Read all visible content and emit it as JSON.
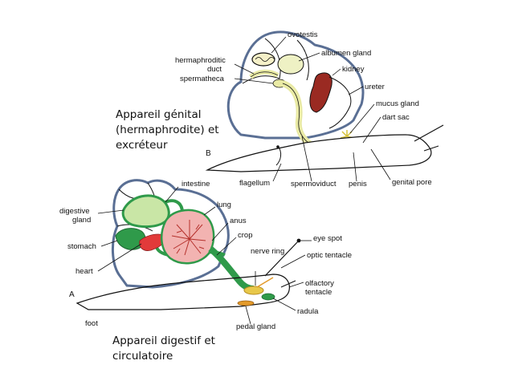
{
  "diagram_b": {
    "letter": "B",
    "caption": [
      "Appareil génital",
      "(hermaphrodite) et",
      "excréteur"
    ],
    "labels": {
      "ovotestis": "ovotestis",
      "hermaphroditic_duct": [
        "hermaphroditic",
        "duct"
      ],
      "albumen_gland": "albumen gland",
      "kidney": "kidney",
      "spermatheca": "spermatheca",
      "ureter": "ureter",
      "mucus_gland": "mucus gland",
      "dart_sac": "dart sac",
      "flagellum": "flagellum",
      "spermoviduct": "spermoviduct",
      "penis": "penis",
      "genital_pore": "genital pore"
    }
  },
  "diagram_a": {
    "letter": "A",
    "caption": [
      "Appareil digestif et",
      "circulatoire"
    ],
    "labels": {
      "intestine": "intestine",
      "digestive_gland": [
        "digestive",
        "gland"
      ],
      "lung": "lung",
      "anus": "anus",
      "crop": "crop",
      "stomach": "stomach",
      "heart": "heart",
      "eye_spot": "eye spot",
      "nerve_ring": "nerve ring",
      "optic_tentacle": "optic tentacle",
      "olfactory_tentacle": [
        "olfactory",
        "tentacle"
      ],
      "radula": "radula",
      "foot": "foot",
      "pedal_gland": "pedal gland"
    }
  },
  "colors": {
    "shell_outline": "#5a6f94",
    "digestive_green": "#2f9a4a",
    "light_green": "#c9e6a6",
    "heart_red": "#e23a3a",
    "lung_pink": "#f2b3b1",
    "kidney_red": "#9a2a22",
    "genital_yellow": "#e9eaa5",
    "nerve_orange": "#e39a2a"
  }
}
